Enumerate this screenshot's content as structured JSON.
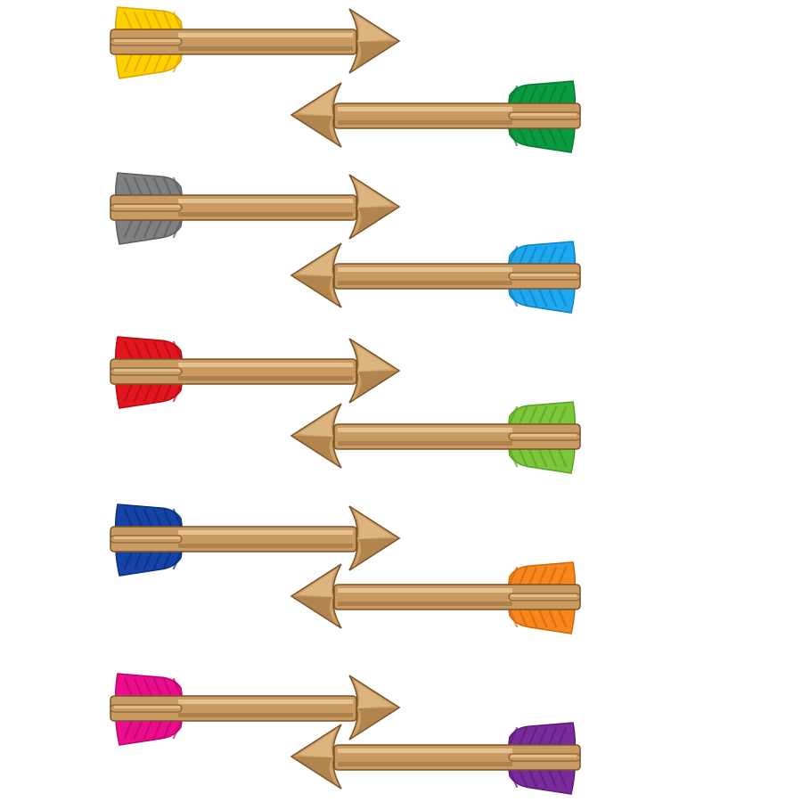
{
  "palette": {
    "shaft": "#c99a62",
    "shaft_highlight": "#e6c596",
    "shaft_shadow": "#8e6434",
    "head": "#cf9f66",
    "head_shadow": "#9a6d3a",
    "outline": "#7a5328"
  },
  "arrows": [
    {
      "id": "yellow",
      "direction": "right",
      "fletching": "#ffd000",
      "fletching_dark": "#d9a400"
    },
    {
      "id": "green",
      "direction": "left",
      "fletching": "#0a9a3f",
      "fletching_dark": "#067a30"
    },
    {
      "id": "gray",
      "direction": "right",
      "fletching": "#808080",
      "fletching_dark": "#5e5e5e"
    },
    {
      "id": "blue",
      "direction": "left",
      "fletching": "#1ea8ee",
      "fletching_dark": "#0f80c4"
    },
    {
      "id": "red",
      "direction": "right",
      "fletching": "#e2161e",
      "fletching_dark": "#b00c12"
    },
    {
      "id": "lime",
      "direction": "left",
      "fletching": "#7cc63a",
      "fletching_dark": "#5ba026"
    },
    {
      "id": "navy",
      "direction": "right",
      "fletching": "#1644a6",
      "fletching_dark": "#0c2e7e"
    },
    {
      "id": "orange",
      "direction": "left",
      "fletching": "#f7861d",
      "fletching_dark": "#d0650a"
    },
    {
      "id": "magenta",
      "direction": "right",
      "fletching": "#ec0d8c",
      "fletching_dark": "#b9066c"
    },
    {
      "id": "purple",
      "direction": "left",
      "fletching": "#7a2a9a",
      "fletching_dark": "#5a1b78"
    }
  ]
}
